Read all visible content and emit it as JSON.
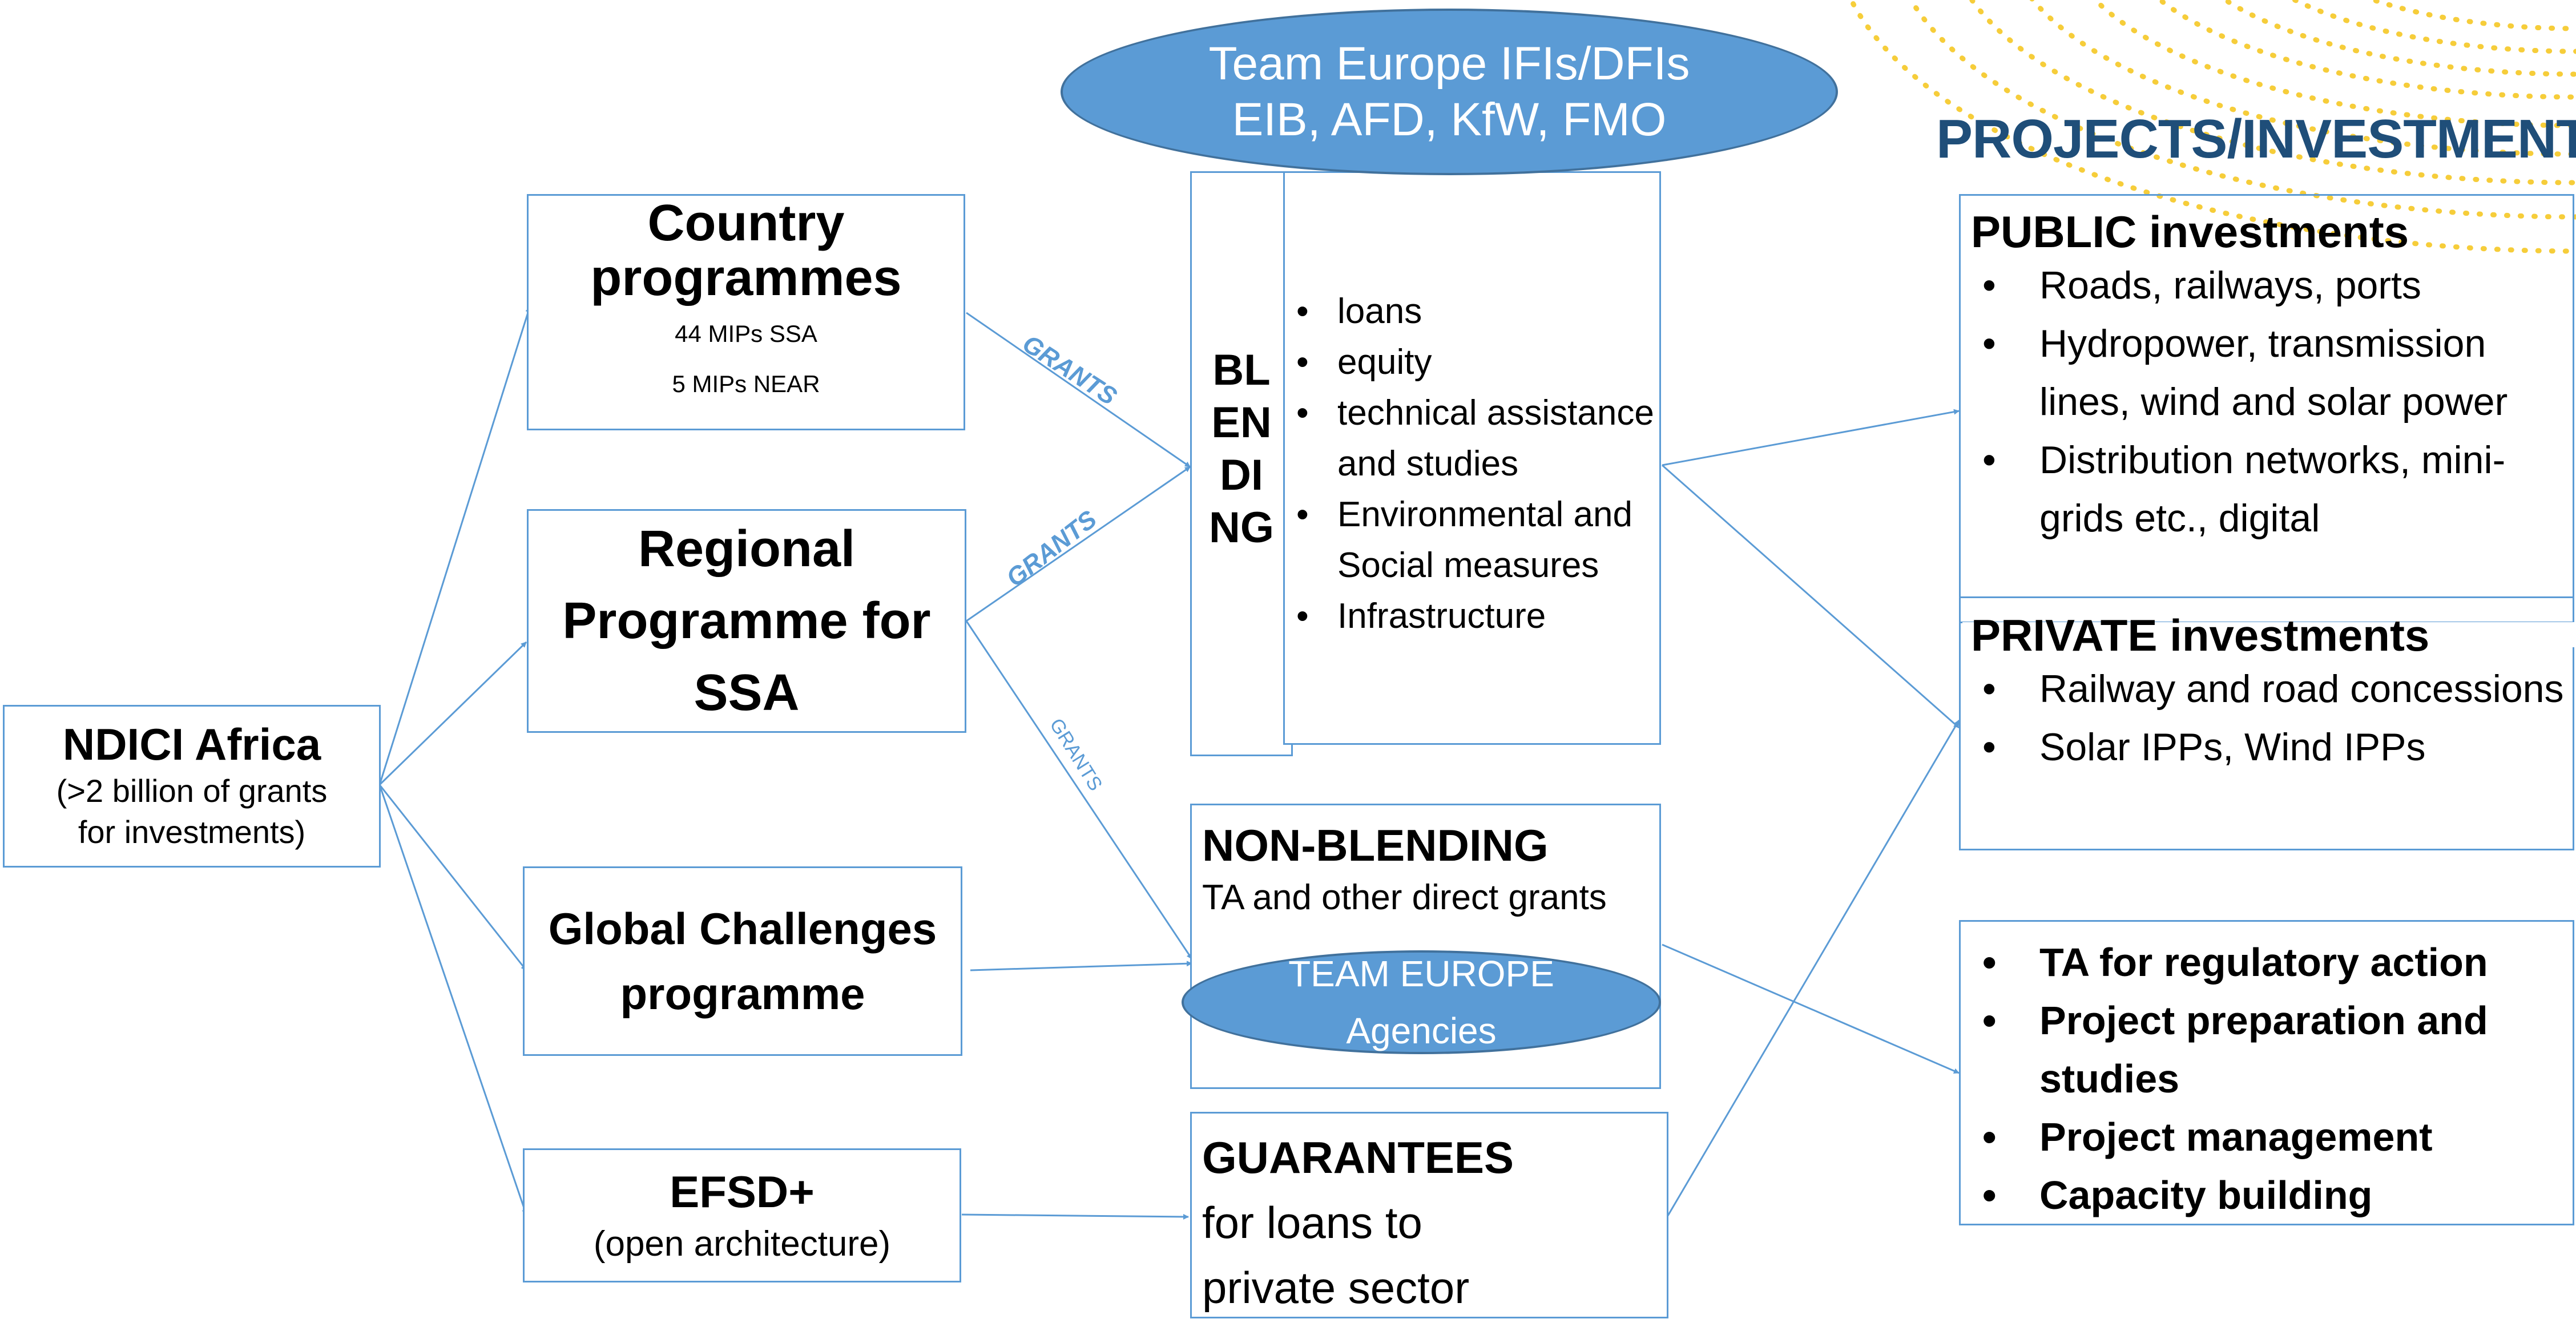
{
  "accent_color": "#5b9bd5",
  "deco_color": "#f5c518",
  "ndici": {
    "title": "NDICI Africa",
    "subtitle_line1": "(>2 billion of grants",
    "subtitle_line2": "for investments)"
  },
  "country": {
    "title_line1": "Country",
    "title_line2": "programmes",
    "detail1": "44 MIPs SSA",
    "detail2": "5 MIPs NEAR"
  },
  "regional": {
    "title_line1": "Regional",
    "title_line2": "Programme for",
    "title_line3": "SSA"
  },
  "global": {
    "title_line1": "Global Challenges",
    "title_line2": "programme"
  },
  "efsd": {
    "title": "EFSD+",
    "subtitle": "(open architecture)"
  },
  "team_europe_ifis": {
    "line1": "Team Europe IFIs/DFIs",
    "line2": "EIB, AFD, KfW, FMO"
  },
  "blending": {
    "letters": [
      "BL",
      "EN",
      "DI",
      "NG"
    ],
    "items": [
      "loans",
      "equity",
      "technical assistance and studies",
      "Environmental and Social measures",
      "Infrastructure"
    ]
  },
  "non_blending": {
    "title": "NON-BLENDING",
    "subtitle": "TA and other direct grants"
  },
  "team_europe_agencies": {
    "line1": "TEAM EUROPE",
    "line2": "Agencies"
  },
  "guarantees": {
    "bold": "GUARANTEES",
    "rest": " for loans to private sector"
  },
  "projects_heading": "PROJECTS/INVESTMENTS",
  "public": {
    "title": "PUBLIC  investments",
    "items": [
      "Roads, railways, ports",
      "Hydropower, transmission lines, wind and solar power",
      "Distribution networks, mini-grids etc., digital"
    ]
  },
  "private": {
    "title": "PRIVATE  investments",
    "items": [
      "Railway and road concessions",
      "Solar IPPs, Wind IPPs"
    ]
  },
  "ta_box": {
    "items": [
      "TA for regulatory action",
      "Project preparation and studies",
      "Project management",
      "Capacity building"
    ]
  },
  "grants_label": "GRANTS"
}
